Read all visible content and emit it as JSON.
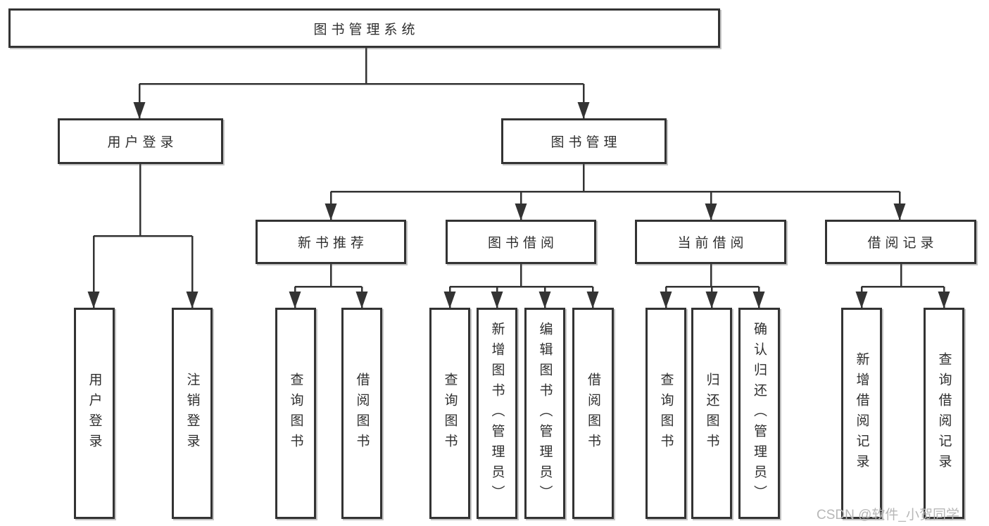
{
  "diagram": {
    "title": "图书管理系统",
    "root": {
      "label": "图书管理系统"
    },
    "level2": [
      {
        "label": "用户登录"
      },
      {
        "label": "图书管理"
      }
    ],
    "level3": [
      {
        "label": "新书推荐"
      },
      {
        "label": "图书借阅"
      },
      {
        "label": "当前借阅"
      },
      {
        "label": "借阅记录"
      }
    ],
    "leaves": [
      {
        "label": "用户登录",
        "parent": "用户登录"
      },
      {
        "label": "注销登录",
        "parent": "用户登录"
      },
      {
        "label": "查询图书",
        "parent": "新书推荐"
      },
      {
        "label": "借阅图书",
        "parent": "新书推荐"
      },
      {
        "label": "查询图书",
        "parent": "图书借阅"
      },
      {
        "label": "新增图书（管理员）",
        "parent": "图书借阅"
      },
      {
        "label": "编辑图书（管理员）",
        "parent": "图书借阅"
      },
      {
        "label": "借阅图书",
        "parent": "图书借阅"
      },
      {
        "label": "查询图书",
        "parent": "当前借阅"
      },
      {
        "label": "归还图书",
        "parent": "当前借阅"
      },
      {
        "label": "确认归还（管理员）",
        "parent": "当前借阅"
      },
      {
        "label": "新增借阅记录",
        "parent": "借阅记录"
      },
      {
        "label": "查询借阅记录",
        "parent": "借阅记录"
      }
    ]
  },
  "watermark": {
    "text": "CSDN @软件_小贺同学"
  },
  "colors": {
    "line": "#333333",
    "box_border": "#333333",
    "box_background": "#ffffff",
    "text": "#2f2f2f",
    "watermark": "#b7b7b7"
  }
}
